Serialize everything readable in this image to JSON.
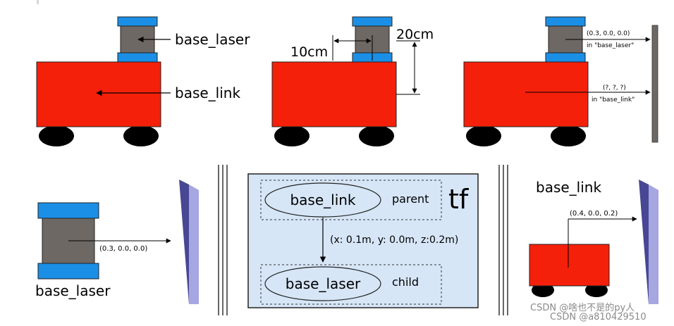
{
  "panel1": {
    "label_laser": "base_laser",
    "label_link": "base_link"
  },
  "panel2": {
    "dim_horizontal": "10cm",
    "dim_vertical": "20cm"
  },
  "panel3": {
    "laser_coord": "(0.3, 0.0, 0.0)",
    "laser_frame": "in \"base_laser\"",
    "link_coord": "(?, ?, ?)",
    "link_frame": "in \"base_link\""
  },
  "panel4": {
    "coord": "(0.3, 0.0, 0.0)",
    "label": "base_laser"
  },
  "panel5": {
    "parent_node": "base_link",
    "parent_role": "parent",
    "child_node": "base_laser",
    "child_role": "child",
    "tf_title": "tf",
    "transform": "(x: 0.1m, y: 0.0m, z:0.2m)"
  },
  "panel6": {
    "label": "base_link",
    "coord": "(0.4, 0.0, 0.2)"
  },
  "watermark": {
    "line1": "CSDN @啥也不是的py人",
    "line2": "CSDN @a810429510"
  },
  "colors": {
    "robot_body": "#f5200a",
    "laser_cap": "#1b8fe6",
    "laser_body": "#6e6865",
    "wheel": "#000000",
    "tf_panel_fill": "#d6e6f7",
    "wall_front": "#9a9ad8",
    "wall_side": "#474794"
  }
}
